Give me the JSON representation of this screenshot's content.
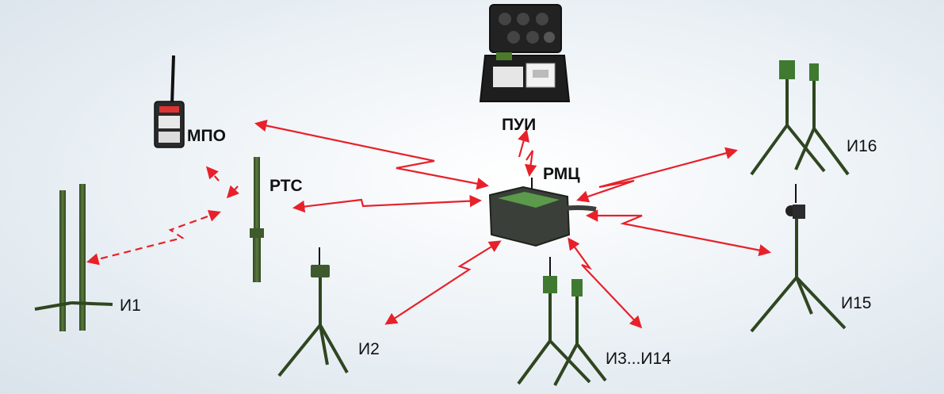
{
  "labels": {
    "pui": "ПУИ",
    "mpo": "МПО",
    "rts": "РТС",
    "rmc": "РМЦ",
    "i1": "И1",
    "i2": "И2",
    "i3_14": "И3...И14",
    "i15": "И15",
    "i16": "И16"
  },
  "colors": {
    "link": "#e8202a",
    "equipment_green": "#3f5a2c",
    "case_black": "#1c1c1c"
  },
  "links": [
    {
      "from": "rmc",
      "to": "mpo",
      "style": "solid"
    },
    {
      "from": "rmc",
      "to": "rts",
      "style": "solid"
    },
    {
      "from": "rmc",
      "to": "pui",
      "style": "solid"
    },
    {
      "from": "rmc",
      "to": "i2",
      "style": "solid"
    },
    {
      "from": "rmc",
      "to": "i3_14",
      "style": "solid"
    },
    {
      "from": "rmc",
      "to": "i15",
      "style": "solid"
    },
    {
      "from": "rmc",
      "to": "i16",
      "style": "solid"
    },
    {
      "from": "rts",
      "to": "mpo",
      "style": "dashed"
    },
    {
      "from": "rts",
      "to": "i1",
      "style": "dashed"
    }
  ]
}
